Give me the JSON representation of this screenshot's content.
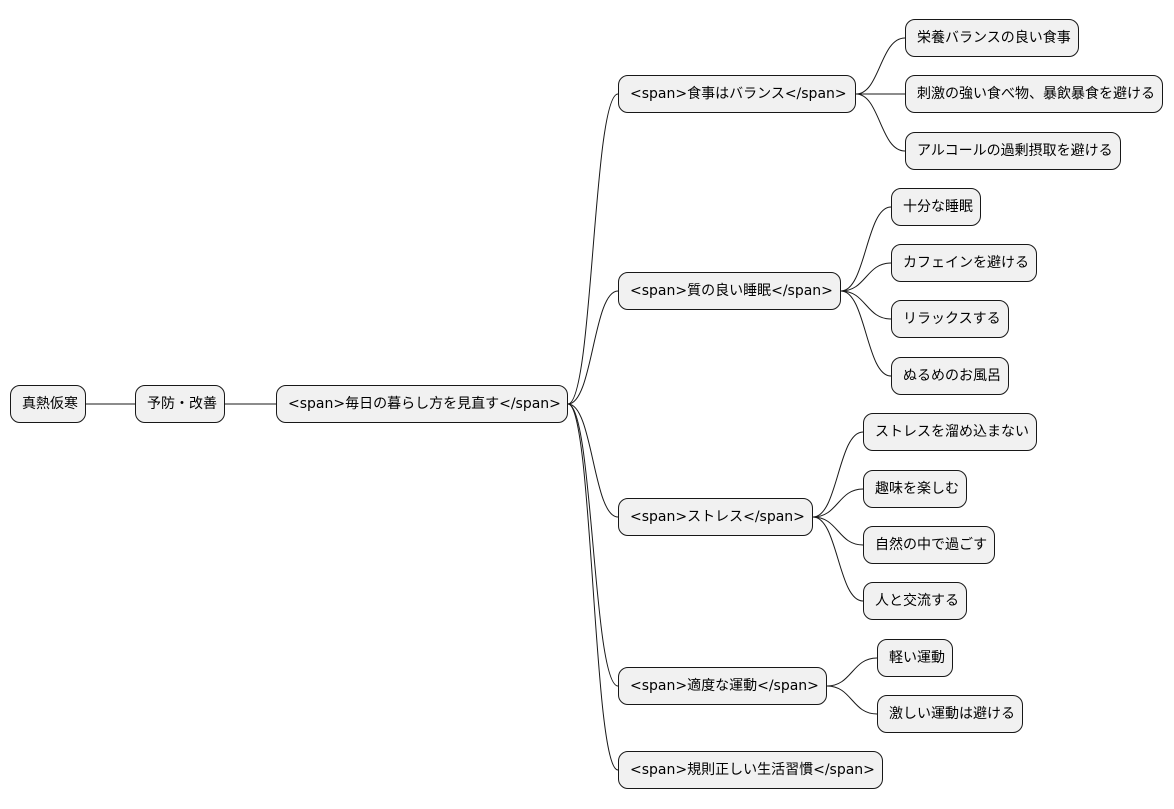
{
  "root": {
    "label": "真熱仮寒"
  },
  "level1": {
    "label": "予防・改善"
  },
  "level2": {
    "label": "<span>毎日の暮らし方を見直す</span>"
  },
  "branches": [
    {
      "label": "<span>食事はバランス</span>",
      "leaves": [
        "栄養バランスの良い食事",
        "刺激の強い食べ物、暴飲暴食を避ける",
        "アルコールの過剰摂取を避ける"
      ]
    },
    {
      "label": "<span>質の良い睡眠</span>",
      "leaves": [
        "十分な睡眠",
        "カフェインを避ける",
        "リラックスする",
        "ぬるめのお風呂"
      ]
    },
    {
      "label": "<span>ストレス</span>",
      "leaves": [
        "ストレスを溜め込まない",
        "趣味を楽しむ",
        "自然の中で過ごす",
        "人と交流する"
      ]
    },
    {
      "label": "<span>適度な運動</span>",
      "leaves": [
        "軽い運動",
        "激しい運動は避ける"
      ]
    },
    {
      "label": "<span>規則正しい生活習慣</span>",
      "leaves": []
    }
  ],
  "colors": {
    "node_fill": "#f1f1f1",
    "node_border": "#181818",
    "line": "#181818",
    "text": "#000000"
  }
}
